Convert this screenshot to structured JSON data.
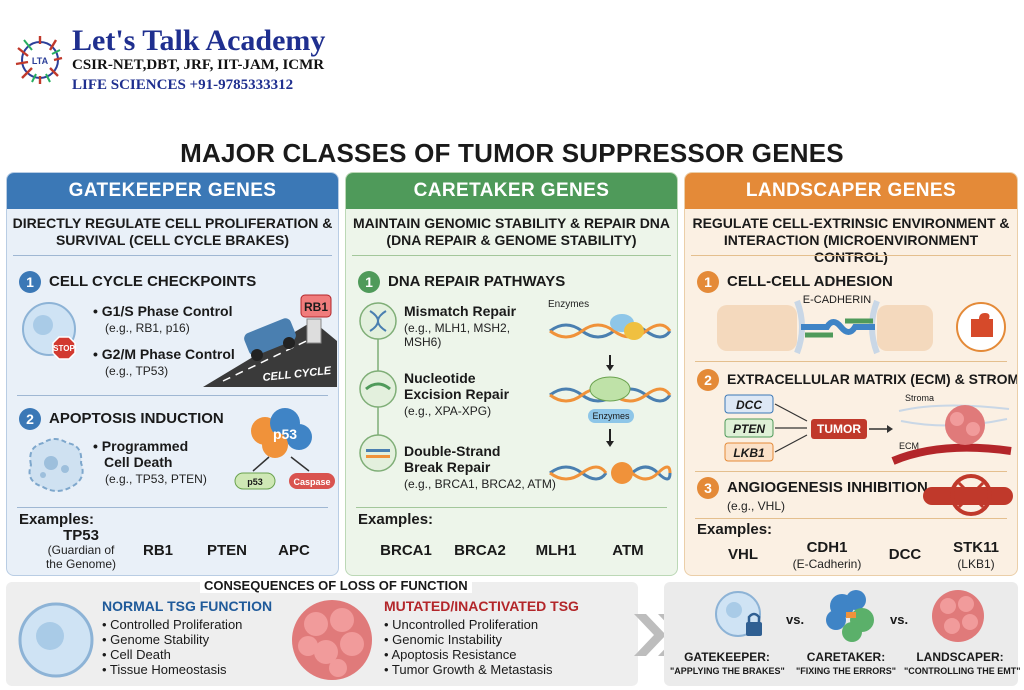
{
  "header": {
    "title": "Let's Talk Academy",
    "line2": "CSIR-NET,DBT, JRF, IIT-JAM, ICMR",
    "line3": "LIFE SCIENCES   +91-9785333312"
  },
  "main_title": "MAJOR CLASSES OF TUMOR SUPPRESSOR GENES",
  "gatekeeper": {
    "heading": "GATEKEEPER GENES",
    "subtitle": "DIRECTLY REGULATE CELL PROLIFERATION & SURVIVAL (CELL CYCLE BRAKES)",
    "s1_num": "1",
    "s1_title": "CELL CYCLE CHECKPOINTS",
    "b1": "• G1/S Phase Control",
    "b1_eg": "(e.g., RB1, p16)",
    "b2": "• G2/M Phase Control",
    "b2_eg": "(e.g., TP53)",
    "stop": "STOP",
    "rb1_tag": "RB1",
    "road": "CELL CYCLE",
    "s2_num": "2",
    "s2_title": "APOPTOSIS INDUCTION",
    "b3_l1": "• Programmed",
    "b3_l2": "Cell Death",
    "b3_eg": "(e.g., TP53, PTEN)",
    "p53_label": "p53",
    "p53_small": "p53",
    "caspase": "Caspase",
    "examples_label": "Examples:",
    "examples": [
      "TP53",
      "RB1",
      "PTEN",
      "APC"
    ],
    "tp53_note_l1": "(Guardian of",
    "tp53_note_l2": "the Genome)"
  },
  "caretaker": {
    "heading": "CARETAKER GENES",
    "subtitle": "MAINTAIN GENOMIC STABILITY & REPAIR DNA (DNA REPAIR & GENOME STABILITY)",
    "s1_num": "1",
    "s1_title": "DNA REPAIR PATHWAYS",
    "r1": "Mismatch Repair",
    "r1_eg_l1": "(e.g., MLH1, MSH2,",
    "r1_eg_l2": "MSH6)",
    "r2_l1": "Nucleotide",
    "r2_l2": "Excision Repair",
    "r2_eg": "(e.g., XPA-XPG)",
    "r3_l1": "Double-Strand",
    "r3_l2": "Break Repair",
    "r3_eg": "(e.g., BRCA1, BRCA2, ATM)",
    "enzymes1": "Enzymes",
    "enzymes2": "Enzymes",
    "examples_label": "Examples:",
    "examples": [
      "BRCA1",
      "BRCA2",
      "MLH1",
      "ATM"
    ]
  },
  "landscaper": {
    "heading": "LANDSCAPER GENES",
    "subtitle": "REGULATE CELL-EXTRINSIC ENVIRONMENT & INTERACTION (MICROENVIRONMENT CONTROL)",
    "s1_num": "1",
    "s1_title": "CELL-CELL ADHESION",
    "ecad": "E-CADHERIN",
    "s2_num": "2",
    "s2_title": "EXTRACELLULAR MATRIX (ECM) & STROMA",
    "genes": [
      "DCC",
      "PTEN",
      "LKB1"
    ],
    "tumor": "TUMOR",
    "stroma": "Stroma",
    "ecm": "ECM",
    "s3_num": "3",
    "s3_title": "ANGIOGENESIS INHIBITION",
    "s3_eg": "(e.g., VHL)",
    "examples_label": "Examples:",
    "examples": [
      "VHL",
      "CDH1",
      "DCC",
      "STK11"
    ],
    "cdh1_note": "(E-Cadherin)",
    "stk11_note": "(LKB1)"
  },
  "consequences": {
    "title": "CONSEQUENCES OF LOSS OF FUNCTION",
    "normal_heading": "NORMAL TSG FUNCTION",
    "normal_items": [
      "• Controlled Proliferation",
      "• Genome Stability",
      "• Cell Death",
      "• Tissue Homeostasis"
    ],
    "mutated_heading": "MUTATED/INACTIVATED TSG",
    "mutated_items": [
      "• Uncontrolled Proliferation",
      "• Genomic Instability",
      "• Apoptosis Resistance",
      "• Tumor Growth & Metastasis"
    ]
  },
  "comparison": {
    "vs1": "vs.",
    "vs2": "vs.",
    "gk_label": "GATEKEEPER:",
    "gk_sub": "\"APPLYING THE BRAKES\"",
    "ct_label": "CARETAKER:",
    "ct_sub": "\"FIXING THE ERRORS\"",
    "ls_label": "LANDSCAPER:",
    "ls_sub": "\"CONTROLLING THE EMT\""
  },
  "colors": {
    "gatekeeper": "#3b78b6",
    "caretaker": "#4f9a5a",
    "landscaper": "#e48a38",
    "mutated_red": "#b3262a",
    "normal_blue": "#1f5a9a"
  }
}
